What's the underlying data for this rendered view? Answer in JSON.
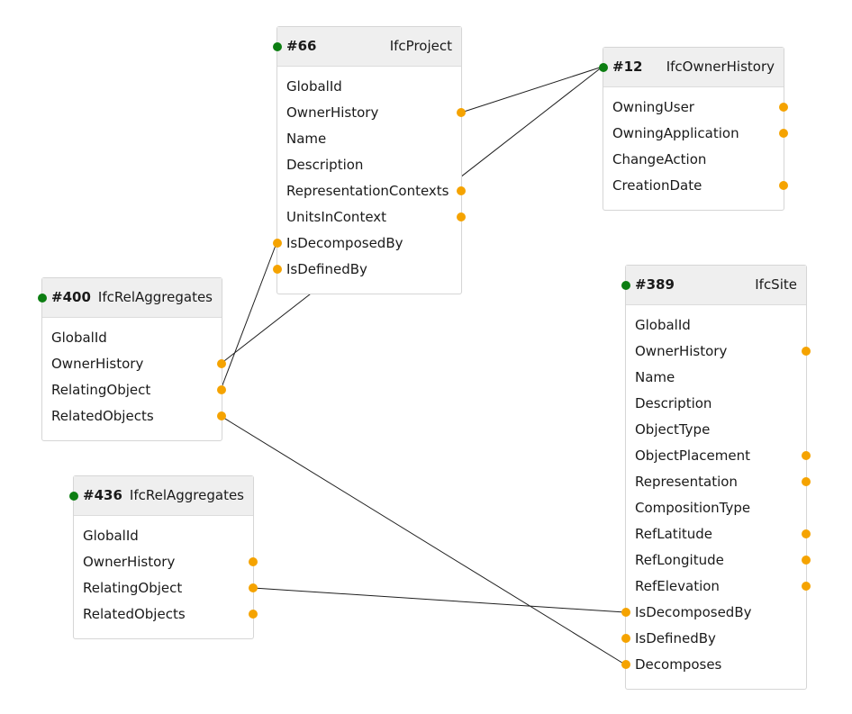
{
  "nodes": [
    {
      "key": "n66",
      "id": "#66",
      "type": "IfcProject",
      "attrs": [
        "GlobalId",
        "OwnerHistory",
        "Name",
        "Description",
        "RepresentationContexts",
        "UnitsInContext",
        "IsDecomposedBy",
        "IsDefinedBy"
      ]
    },
    {
      "key": "n12",
      "id": "#12",
      "type": "IfcOwnerHistory",
      "attrs": [
        "OwningUser",
        "OwningApplication",
        "ChangeAction",
        "CreationDate"
      ]
    },
    {
      "key": "n400",
      "id": "#400",
      "type": "IfcRelAggregates",
      "attrs": [
        "GlobalId",
        "OwnerHistory",
        "RelatingObject",
        "RelatedObjects"
      ]
    },
    {
      "key": "n436",
      "id": "#436",
      "type": "IfcRelAggregates",
      "attrs": [
        "GlobalId",
        "OwnerHistory",
        "RelatingObject",
        "RelatedObjects"
      ]
    },
    {
      "key": "n389",
      "id": "#389",
      "type": "IfcSite",
      "attrs": [
        "GlobalId",
        "OwnerHistory",
        "Name",
        "Description",
        "ObjectType",
        "ObjectPlacement",
        "Representation",
        "CompositionType",
        "RefLatitude",
        "RefLongitude",
        "RefElevation",
        "IsDecomposedBy",
        "IsDefinedBy",
        "Decomposes"
      ]
    }
  ],
  "colors": {
    "entry_port": "#0c7e12",
    "attribute_port": "#f5a300",
    "wire": "#1f1f1f",
    "header_bg": "#efefef"
  }
}
